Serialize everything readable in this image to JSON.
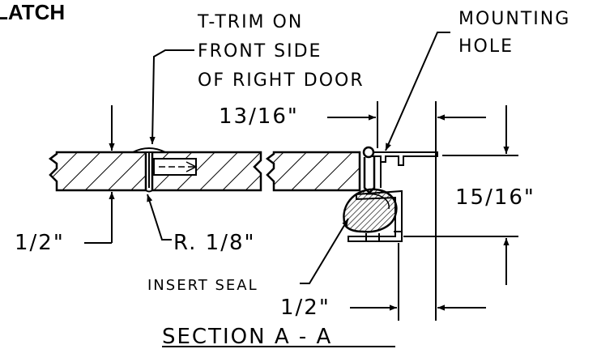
{
  "header": {
    "title_fragment": "LATCH"
  },
  "labels": {
    "t_trim": [
      "T-TRIM ON",
      "FRONT SIDE",
      "OF RIGHT DOOR"
    ],
    "mounting_hole": [
      "MOUNTING",
      "HOLE"
    ],
    "dim_13_16": "13/16\"",
    "dim_15_16": "15/16\"",
    "dim_half_left": "1/2\"",
    "dim_half_bottom": "1/2\"",
    "radius": "R. 1/8\"",
    "insert_seal": "INSERT SEAL",
    "section": "SECTION A - A"
  },
  "colors": {
    "line": "#000000",
    "background": "#ffffff"
  }
}
